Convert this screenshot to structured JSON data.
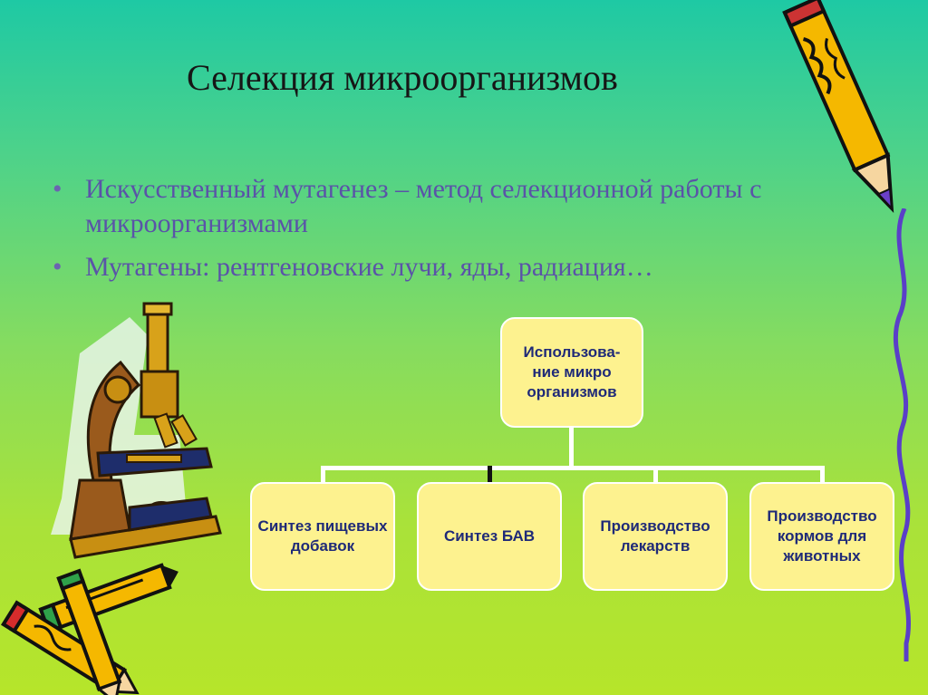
{
  "slide": {
    "title": "Селекция микроорганизмов",
    "bullets": [
      "Искусственный мутагенез – метод селекционной работы с микроорганизмами",
      "Мутагены: рентгеновские лучи, яды, радиация…"
    ],
    "bullet_symbol": "•"
  },
  "diagram": {
    "root": "Использова-\nние микро\nорганизмов",
    "children": [
      "Синтез пищевых\nдобавок",
      "Синтез БАВ",
      "Производство\nлекарств",
      "Производство\nкормов для\nживотных"
    ]
  },
  "colors": {
    "box_fill": "#fdf28f",
    "box_text": "#1f2a78",
    "bullet_text": "#5a53a8",
    "connector": "#ffffff",
    "wave_line": "#5a3fc8"
  },
  "icons": [
    "microscope-icon",
    "pencil-icon"
  ]
}
